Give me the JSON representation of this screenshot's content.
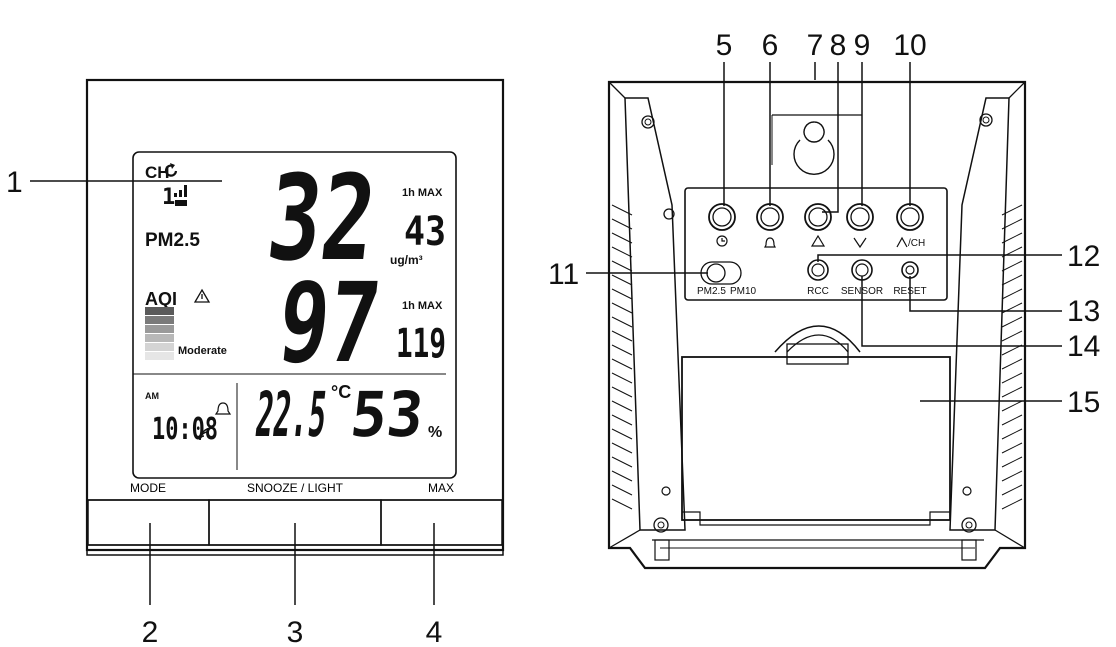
{
  "callouts": {
    "c1": "1",
    "c2": "2",
    "c3": "3",
    "c4": "4",
    "c5": "5",
    "c6": "6",
    "c7": "7",
    "c8": "8",
    "c9": "9",
    "c10": "10",
    "c11": "11",
    "c12": "12",
    "c13": "13",
    "c14": "14",
    "c15": "15"
  },
  "front": {
    "display": {
      "channel_label": "CH",
      "channel_number": "1",
      "pollutant": "PM2.5",
      "pm_value": "32",
      "pm_max_label": "1h MAX",
      "pm_max_value": "43",
      "unit": "ug/m³",
      "aqi_label": "AQI",
      "aqi_value": "97",
      "aqi_max_label": "1h MAX",
      "aqi_max_value": "119",
      "aqi_level": "Moderate",
      "am_label": "AM",
      "time": "10:08",
      "temperature": "22.5",
      "temp_unit": "°C",
      "humidity": "53",
      "humidity_unit": "%"
    },
    "buttons": {
      "mode": "MODE",
      "snooze": "SNOOZE / LIGHT",
      "max": "MAX"
    }
  },
  "back": {
    "panel": {
      "switch_pm25": "PM2.5",
      "switch_pm10": "PM10",
      "rcc": "RCC",
      "sensor": "SENSOR",
      "reset": "RESET",
      "ch": "/CH"
    }
  },
  "colors": {
    "aqi_scale": [
      "#5a5a5a",
      "#7a7a7a",
      "#9a9a9a",
      "#b8b8b8",
      "#d4d4d4",
      "#e6e6e6"
    ]
  }
}
